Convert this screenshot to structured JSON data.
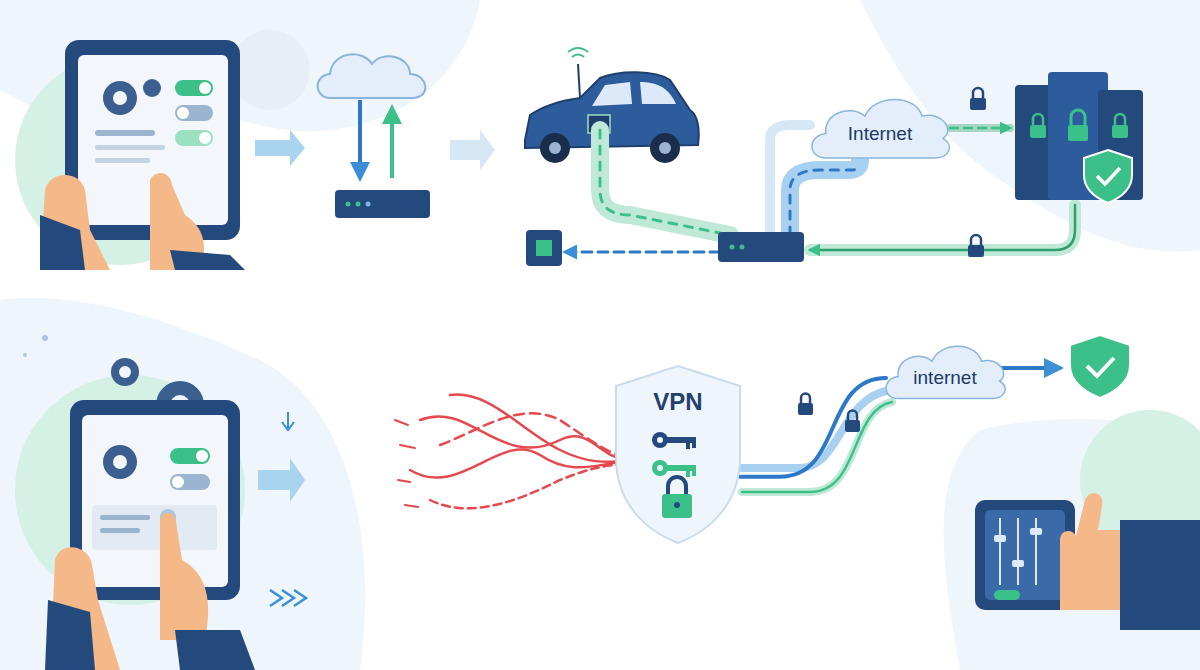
{
  "diagram": {
    "nodes": [
      {
        "text": [
          "Internet"
        ]
      },
      {
        "text": [
          "VPN"
        ]
      },
      {
        "text": [
          "internet"
        ]
      }
    ],
    "edges": [
      {
        "from": 1,
        "to": 2,
        "arrow": "none"
      }
    ]
  }
}
